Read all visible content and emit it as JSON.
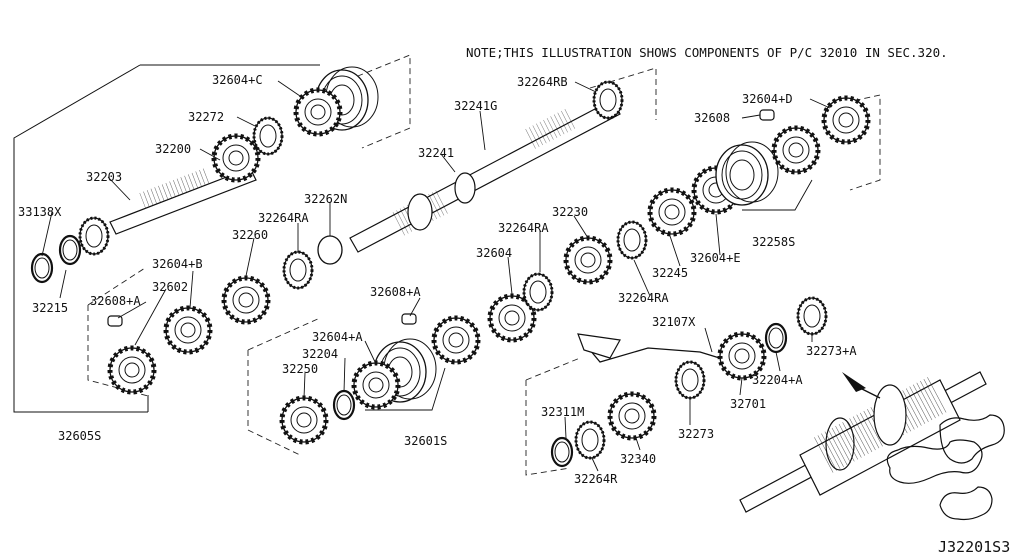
{
  "diagram": {
    "note": "NOTE;THIS ILLUSTRATION SHOWS COMPONENTS OF P/C 32010 IN SEC.320.",
    "reference_code": "J32201S3",
    "parts": [
      "32604+C",
      "32272",
      "32200",
      "32203",
      "33138X",
      "32215",
      "32264RB",
      "32241G",
      "32241",
      "32262N",
      "32264RA",
      "32260",
      "32608",
      "32604+D",
      "32230",
      "32258S",
      "32264RA",
      "32604",
      "32245",
      "32604+E",
      "32264RA",
      "32604+B",
      "32602",
      "32608+A",
      "32608+A",
      "32604+A",
      "32204",
      "32250",
      "32601S",
      "32107X",
      "32311M",
      "32273",
      "32701",
      "32204+A",
      "32273+A",
      "32340",
      "32264R",
      "32605S"
    ]
  }
}
